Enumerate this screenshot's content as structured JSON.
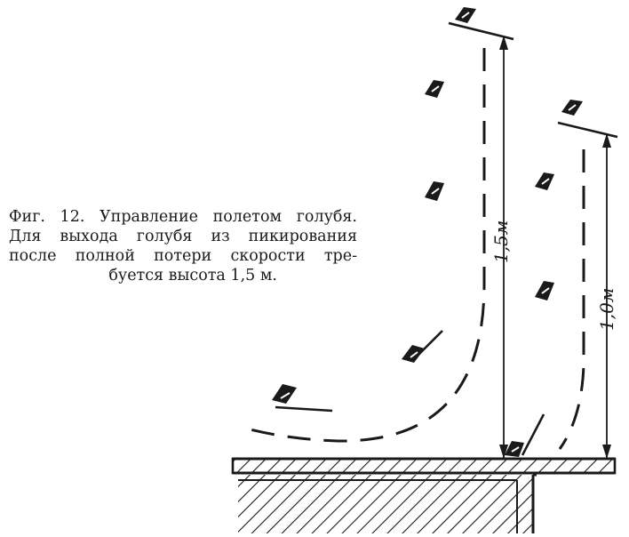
{
  "figure": {
    "caption_lines": [
      "Фиг. 12. Управление полетом голубя.",
      "Для выхода голубя из пикирования",
      "после полной потери скорости тре-",
      "буется высота 1,5 м."
    ],
    "dimensions": {
      "left_height_label": "1,5м",
      "right_height_label": "1,0м"
    },
    "colors": {
      "ink": "#1a1a1a",
      "paper": "#ffffff"
    }
  }
}
